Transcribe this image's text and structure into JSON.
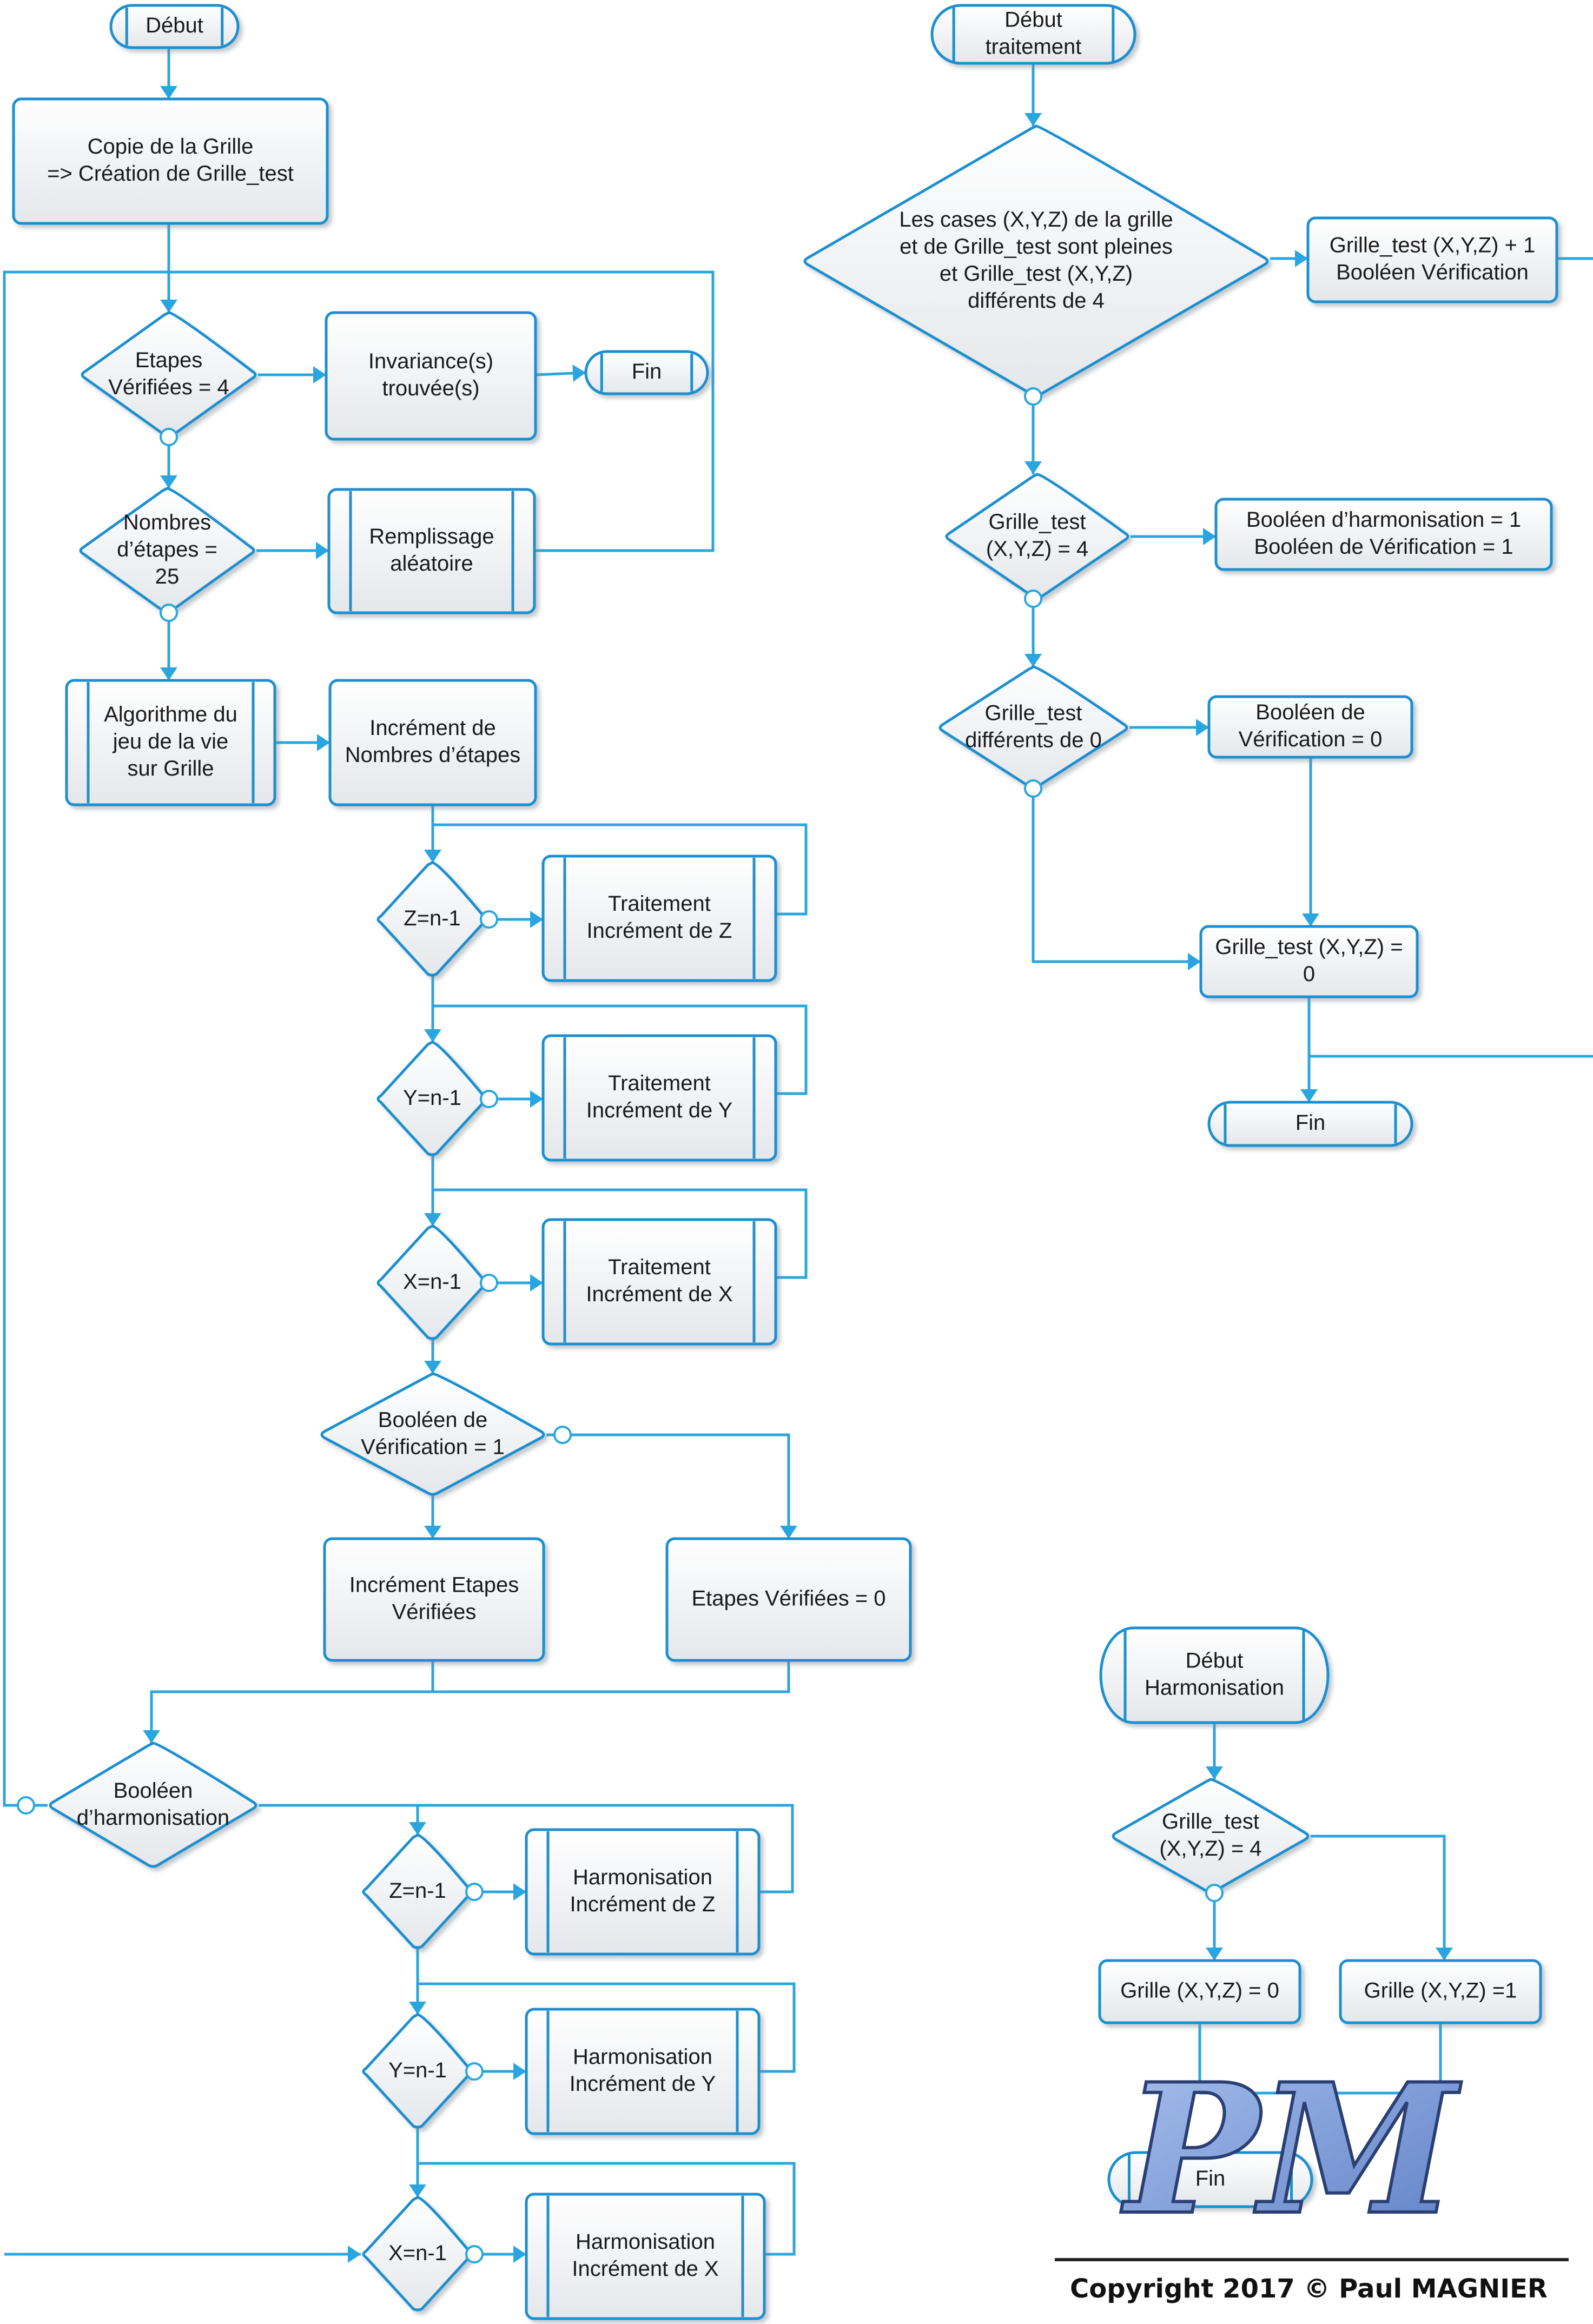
{
  "colors": {
    "line": "#29a6df",
    "stroke": "#1f8fd0",
    "fill_top": "#ffffff",
    "fill_bottom": "#e4e7eb"
  },
  "nodes": [
    {
      "id": "debut1",
      "shape": "terminal",
      "lines": [
        "Début"
      ]
    },
    {
      "id": "copie",
      "shape": "box",
      "lines": [
        "Copie de la Grille",
        "=> Création de Grille_test"
      ]
    },
    {
      "id": "etapes4",
      "shape": "diamond",
      "lines": [
        "Etapes",
        "Vérifiées = 4"
      ]
    },
    {
      "id": "invariance",
      "shape": "box",
      "lines": [
        "Invariance(s)",
        "trouvée(s)"
      ]
    },
    {
      "id": "fin1",
      "shape": "terminal",
      "lines": [
        "Fin"
      ]
    },
    {
      "id": "nombres25",
      "shape": "diamond",
      "lines": [
        "Nombres",
        "d’étapes =",
        "25"
      ]
    },
    {
      "id": "remplissage",
      "shape": "process",
      "lines": [
        "Remplissage",
        "aléatoire"
      ]
    },
    {
      "id": "algo",
      "shape": "process",
      "lines": [
        "Algorithme du",
        "jeu de la vie",
        "sur Grille"
      ]
    },
    {
      "id": "increment_etapes",
      "shape": "box",
      "lines": [
        "Incrément de",
        "Nombres d’étapes"
      ]
    },
    {
      "id": "z1",
      "shape": "diamond",
      "lines": [
        "Z=n-1"
      ]
    },
    {
      "id": "tz",
      "shape": "process",
      "lines": [
        "Traitement",
        "Incrément de Z"
      ]
    },
    {
      "id": "y1",
      "shape": "diamond",
      "lines": [
        "Y=n-1"
      ]
    },
    {
      "id": "ty",
      "shape": "process",
      "lines": [
        "Traitement",
        "Incrément de Y"
      ]
    },
    {
      "id": "x1",
      "shape": "diamond",
      "lines": [
        "X=n-1"
      ]
    },
    {
      "id": "tx",
      "shape": "process",
      "lines": [
        "Traitement",
        "Incrément de X"
      ]
    },
    {
      "id": "boolverif",
      "shape": "diamond",
      "lines": [
        "Booléen de",
        "Vérification = 1"
      ]
    },
    {
      "id": "incverif",
      "shape": "box",
      "lines": [
        "Incrément Etapes",
        "Vérifiées"
      ]
    },
    {
      "id": "etapes0",
      "shape": "box",
      "lines": [
        "Etapes Vérifiées = 0"
      ]
    },
    {
      "id": "boolharm",
      "shape": "diamond",
      "lines": [
        "Booléen",
        "d’harmonisation"
      ]
    },
    {
      "id": "z2",
      "shape": "diamond",
      "lines": [
        "Z=n-1"
      ]
    },
    {
      "id": "hz",
      "shape": "process",
      "lines": [
        "Harmonisation",
        "Incrément de Z"
      ]
    },
    {
      "id": "y2",
      "shape": "diamond",
      "lines": [
        "Y=n-1"
      ]
    },
    {
      "id": "hy",
      "shape": "process",
      "lines": [
        "Harmonisation",
        "Incrément de Y"
      ]
    },
    {
      "id": "x2",
      "shape": "diamond",
      "lines": [
        "X=n-1"
      ]
    },
    {
      "id": "hx",
      "shape": "process",
      "lines": [
        "Harmonisation",
        "Incrément de X"
      ]
    },
    {
      "id": "debut_trait",
      "shape": "terminal",
      "lines": [
        "Début",
        "traitement"
      ]
    },
    {
      "id": "cases",
      "shape": "diamond",
      "lines": [
        "Les cases (X,Y,Z) de la grille",
        "et de Grille_test sont pleines",
        "et Grille_test (X,Y,Z)",
        "différents de 4"
      ]
    },
    {
      "id": "gt_plus1",
      "shape": "box",
      "lines": [
        "Grille_test (X,Y,Z) + 1",
        "Booléen Vérification"
      ]
    },
    {
      "id": "gt_eq4",
      "shape": "diamond",
      "lines": [
        "Grille_test",
        "(X,Y,Z) = 4"
      ]
    },
    {
      "id": "bool_harm1",
      "shape": "box",
      "lines": [
        "Booléen d’harmonisation = 1",
        "Booléen de Vérification = 1"
      ]
    },
    {
      "id": "gt_diff0",
      "shape": "diamond",
      "lines": [
        "Grille_test",
        "différents de 0"
      ]
    },
    {
      "id": "boolverif0",
      "shape": "box",
      "lines": [
        "Booléen de",
        "Vérification = 0"
      ]
    },
    {
      "id": "gt_eq0",
      "shape": "box",
      "lines": [
        "Grille_test (X,Y,Z) =",
        "0"
      ]
    },
    {
      "id": "fin2",
      "shape": "terminal",
      "lines": [
        "Fin"
      ]
    },
    {
      "id": "debut_harm",
      "shape": "terminal",
      "lines": [
        "Début",
        "Harmonisation"
      ]
    },
    {
      "id": "gt_eq4b",
      "shape": "diamond",
      "lines": [
        "Grille_test",
        "(X,Y,Z) = 4"
      ]
    },
    {
      "id": "g0",
      "shape": "box",
      "lines": [
        "Grille (X,Y,Z) = 0"
      ]
    },
    {
      "id": "g1",
      "shape": "box",
      "lines": [
        "Grille (X,Y,Z) =1"
      ]
    },
    {
      "id": "fin3",
      "shape": "terminal",
      "lines": [
        "Fin"
      ]
    }
  ],
  "logo": {
    "letters": "PM"
  },
  "copyright": "Copyright 2017 © Paul MAGNIER"
}
